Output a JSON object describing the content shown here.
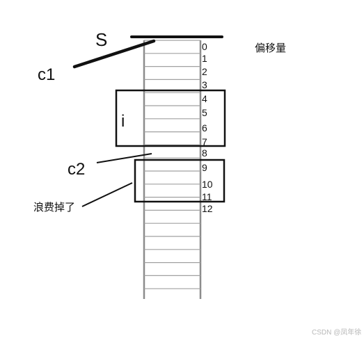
{
  "labels": {
    "s": "S",
    "c1": "c1",
    "i": "i",
    "c2": "c2",
    "offset_title": "偏移量",
    "wasted": "浪费掉了"
  },
  "offsets": [
    "0",
    "1",
    "2",
    "3",
    "4",
    "5",
    "6",
    "7",
    "8",
    "9",
    "10",
    "11",
    "12"
  ],
  "watermark": "CSDN @凤年徐",
  "colors": {
    "ink": "#111111",
    "rail": "#8c8c8c",
    "rung": "#a0a0a0"
  }
}
